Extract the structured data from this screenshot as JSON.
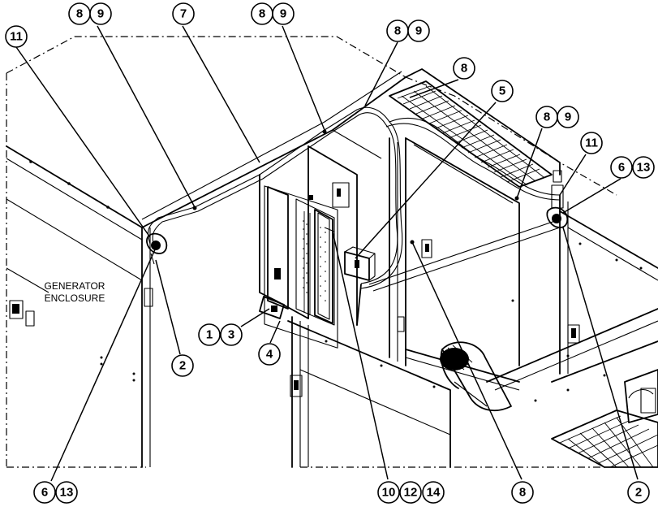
{
  "enclosure_label": {
    "line1": "GENERATOR",
    "line2": "ENCLOSURE"
  },
  "callouts": [
    {
      "id": "c-11-left",
      "label": "11"
    },
    {
      "id": "c-8-topleft",
      "label": "8"
    },
    {
      "id": "c-9-topleft",
      "label": "9"
    },
    {
      "id": "c-7",
      "label": "7"
    },
    {
      "id": "c-8-topmid",
      "label": "8"
    },
    {
      "id": "c-9-topmid",
      "label": "9"
    },
    {
      "id": "c-8-top2",
      "label": "8"
    },
    {
      "id": "c-9-top2",
      "label": "9"
    },
    {
      "id": "c-8-grate",
      "label": "8"
    },
    {
      "id": "c-5",
      "label": "5"
    },
    {
      "id": "c-8-right",
      "label": "8"
    },
    {
      "id": "c-9-right",
      "label": "9"
    },
    {
      "id": "c-11-right",
      "label": "11"
    },
    {
      "id": "c-6-right",
      "label": "6"
    },
    {
      "id": "c-13-right",
      "label": "13"
    },
    {
      "id": "c-1",
      "label": "1"
    },
    {
      "id": "c-3",
      "label": "3"
    },
    {
      "id": "c-4",
      "label": "4"
    },
    {
      "id": "c-2-left",
      "label": "2"
    },
    {
      "id": "c-6-bottom",
      "label": "6"
    },
    {
      "id": "c-13-bottom",
      "label": "13"
    },
    {
      "id": "c-10",
      "label": "10"
    },
    {
      "id": "c-12",
      "label": "12"
    },
    {
      "id": "c-14",
      "label": "14"
    },
    {
      "id": "c-8-bottom",
      "label": "8"
    },
    {
      "id": "c-2-right",
      "label": "2"
    }
  ]
}
